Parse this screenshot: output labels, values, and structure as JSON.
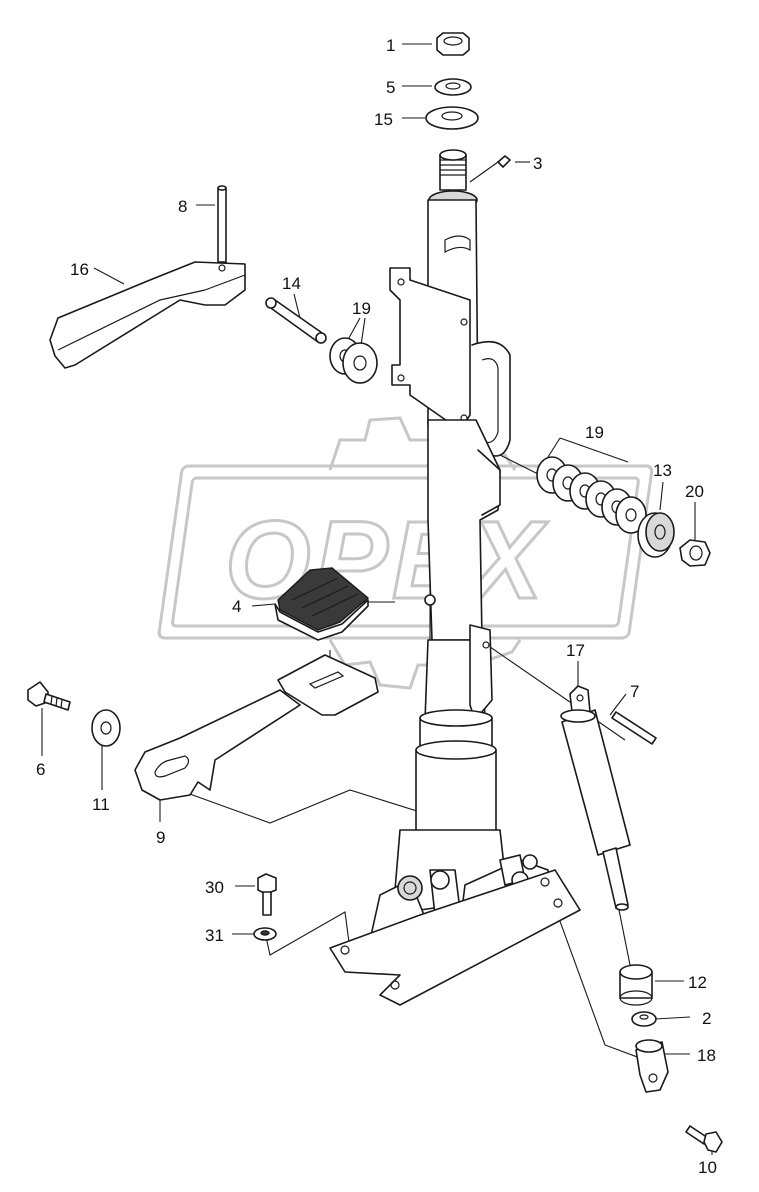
{
  "watermark": {
    "brand": "OPEX"
  },
  "callouts": [
    {
      "id": "c1",
      "label": "1"
    },
    {
      "id": "c5",
      "label": "5"
    },
    {
      "id": "c15",
      "label": "15"
    },
    {
      "id": "c3",
      "label": "3"
    },
    {
      "id": "c8",
      "label": "8"
    },
    {
      "id": "c16",
      "label": "16"
    },
    {
      "id": "c14",
      "label": "14"
    },
    {
      "id": "c19a",
      "label": "19"
    },
    {
      "id": "c19b",
      "label": "19"
    },
    {
      "id": "c13",
      "label": "13"
    },
    {
      "id": "c20",
      "label": "20"
    },
    {
      "id": "c4",
      "label": "4"
    },
    {
      "id": "c17",
      "label": "17"
    },
    {
      "id": "c7",
      "label": "7"
    },
    {
      "id": "c6",
      "label": "6"
    },
    {
      "id": "c11",
      "label": "11"
    },
    {
      "id": "c9",
      "label": "9"
    },
    {
      "id": "c30",
      "label": "30"
    },
    {
      "id": "c31",
      "label": "31"
    },
    {
      "id": "c12",
      "label": "12"
    },
    {
      "id": "c2",
      "label": "2"
    },
    {
      "id": "c18",
      "label": "18"
    },
    {
      "id": "c10",
      "label": "10"
    }
  ]
}
